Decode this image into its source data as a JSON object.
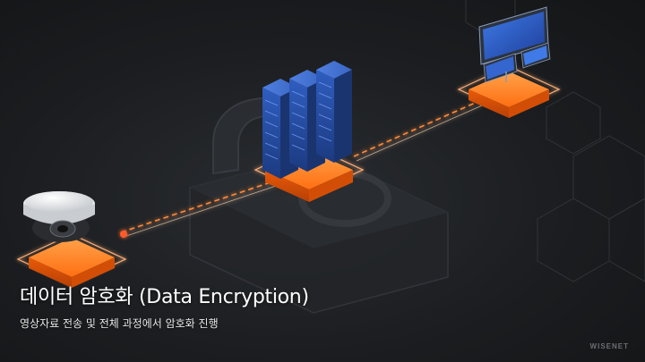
{
  "caption": {
    "title": "데이터 암호화 (Data Encryption)",
    "subtitle": "영상자료 전송 및 전체 과정에서 암호화 진행"
  },
  "brand": {
    "logo_text": "WISENET"
  },
  "colors": {
    "accent_orange": "#ff7a1f",
    "server_blue": "#2a4fa8",
    "background": "#1e2023"
  },
  "icons": [
    "lock-icon",
    "camera-icon",
    "server-icon",
    "monitor-icon"
  ]
}
